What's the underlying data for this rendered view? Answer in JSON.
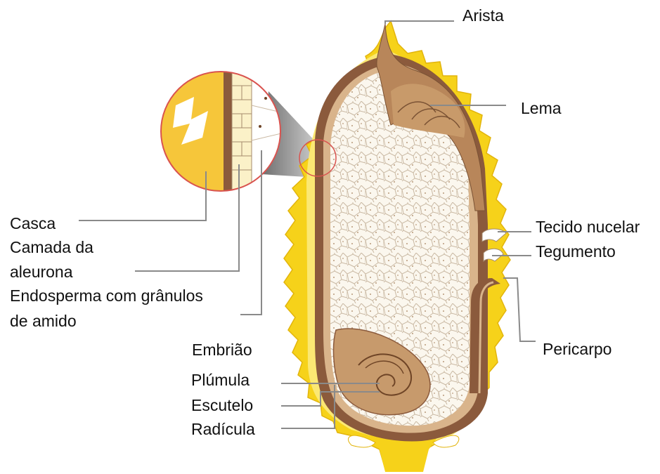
{
  "labels": {
    "arista": "Arista",
    "lema": "Lema",
    "tecido_nucelar": "Tecido nucelar",
    "tegumento": "Tegumento",
    "pericarpo": "Pericarpo",
    "casca": "Casca",
    "camada_aleurona_1": "Camada da",
    "camada_aleurona_2": "aleurona",
    "endosperma_1": "Endosperma com grânulos",
    "endosperma_2": "de amido",
    "embriao": "Embrião",
    "plumula": "Plúmula",
    "escutelo": "Escutelo",
    "radicula": "Radícula"
  },
  "colors": {
    "husk_yellow": "#f6d21a",
    "husk_light": "#fbe873",
    "pericarp_brown": "#8b5a3c",
    "endosperm": "#fbf7ee",
    "cell_line": "#c9b8a2",
    "embryo": "#c79a6c",
    "zoom_ring": "#d9534f",
    "leader_line": "#8a8a8a"
  }
}
